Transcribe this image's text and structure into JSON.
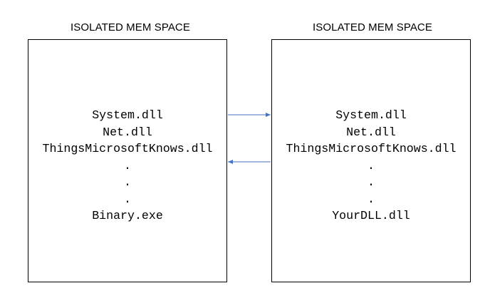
{
  "left_space": {
    "title": "ISOLATED MEM SPACE",
    "modules": [
      "System.dll",
      "Net.dll",
      "ThingsMicrosoftKnows.dll",
      ".",
      ".",
      ".",
      "Binary.exe"
    ]
  },
  "right_space": {
    "title": "ISOLATED MEM SPACE",
    "modules": [
      "System.dll",
      "Net.dll",
      "ThingsMicrosoftKnows.dll",
      ".",
      ".",
      ".",
      "YourDLL.dll"
    ]
  },
  "colors": {
    "arrow": "#4472c4",
    "box_border": "#000000",
    "text": "#000000"
  },
  "arrows": [
    {
      "from": "left_space",
      "to": "right_space"
    },
    {
      "from": "right_space",
      "to": "left_space"
    }
  ]
}
